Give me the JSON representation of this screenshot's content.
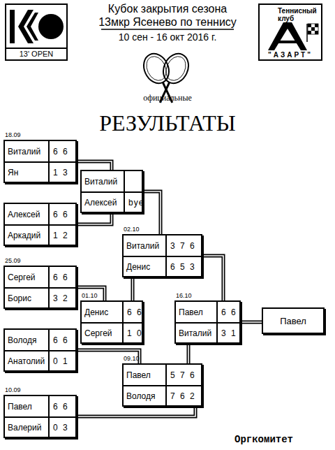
{
  "diagram": {
    "title": "Кубок закрытия сезона 13мкр Ясенево по теннису",
    "nodes": [
      {
        "text": [
          "13' OPEN"
        ]
      },
      {
        "text": [
          "Теннисный клуб",
          "\"АЗАРТ\""
        ]
      },
      {
        "text": [
          "18.09"
        ]
      },
      {
        "text": [
          "Виталий",
          "6 6"
        ],
        "in": 2
      },
      {
        "text": [
          "Ян",
          "1 3"
        ],
        "in": 2
      },
      {
        "text": []
      },
      {
        "text": [
          "Алексей",
          "6 6"
        ],
        "in": 5
      },
      {
        "text": [
          "Аркадий",
          "1 2"
        ],
        "in": 5
      },
      {
        "text": [
          "25.09"
        ]
      },
      {
        "text": [
          "Сергей",
          "6 6"
        ],
        "in": 8
      },
      {
        "text": [
          "Борис",
          "3 2"
        ],
        "in": 8
      },
      {
        "text": []
      },
      {
        "text": [
          "Володя",
          "6 6"
        ],
        "in": 11
      },
      {
        "text": [
          "Анатолий",
          "0 1"
        ],
        "in": 11
      },
      {
        "text": [
          "10.09"
        ]
      },
      {
        "text": [
          "Павел",
          "6 6"
        ],
        "in": 14
      },
      {
        "text": [
          "Валерий",
          "0 3"
        ],
        "in": 14
      },
      {
        "text": []
      },
      {
        "text": [
          "Виталий"
        ],
        "in": 17
      },
      {
        "text": [
          "Алексей",
          "bye"
        ],
        "in": 17
      },
      {
        "text": [
          "01.10"
        ]
      },
      {
        "text": [
          "Денис",
          "6 6"
        ],
        "in": 20
      },
      {
        "text": [
          "Сергей",
          "1 0"
        ],
        "in": 20
      },
      {
        "text": [
          "02.10"
        ]
      },
      {
        "text": [
          "Виталий",
          "3 7 6"
        ],
        "in": 23
      },
      {
        "text": [
          "Денис",
          "6 5 3"
        ],
        "in": 23
      },
      {
        "text": [
          "09.10"
        ]
      },
      {
        "text": [
          "Павел",
          "5 7 6"
        ],
        "in": 26
      },
      {
        "text": [
          "Володя",
          "7 6 2"
        ],
        "in": 26
      },
      {
        "text": [
          "16.10"
        ]
      },
      {
        "text": [
          "Павел",
          "6 6"
        ],
        "in": 29
      },
      {
        "text": [
          "Виталий",
          "3 1"
        ],
        "in": 29
      },
      {
        "text": [
          "Павел"
        ]
      }
    ],
    "edges": [
      {
        "from": 2,
        "to": 17,
        "arrow": "none"
      },
      {
        "from": 5,
        "to": 17,
        "arrow": "none"
      },
      {
        "from": 17,
        "to": 23,
        "arrow": "none"
      },
      {
        "from": 8,
        "to": 20,
        "arrow": "none"
      },
      {
        "from": 20,
        "to": 23,
        "arrow": "none"
      },
      {
        "from": 11,
        "to": 26,
        "arrow": "none"
      },
      {
        "from": 14,
        "to": 26,
        "arrow": "none"
      },
      {
        "from": 23,
        "to": 29,
        "arrow": "none"
      },
      {
        "from": 26,
        "to": 29,
        "arrow": "none"
      },
      {
        "from": 29,
        "to": 32,
        "arrow": "none"
      }
    ],
    "labels": [
      "10 сен - 16 окт 2016 г.",
      "официальные",
      "РЕЗУЛЬТАТЫ",
      "Оргкомитет"
    ]
  }
}
